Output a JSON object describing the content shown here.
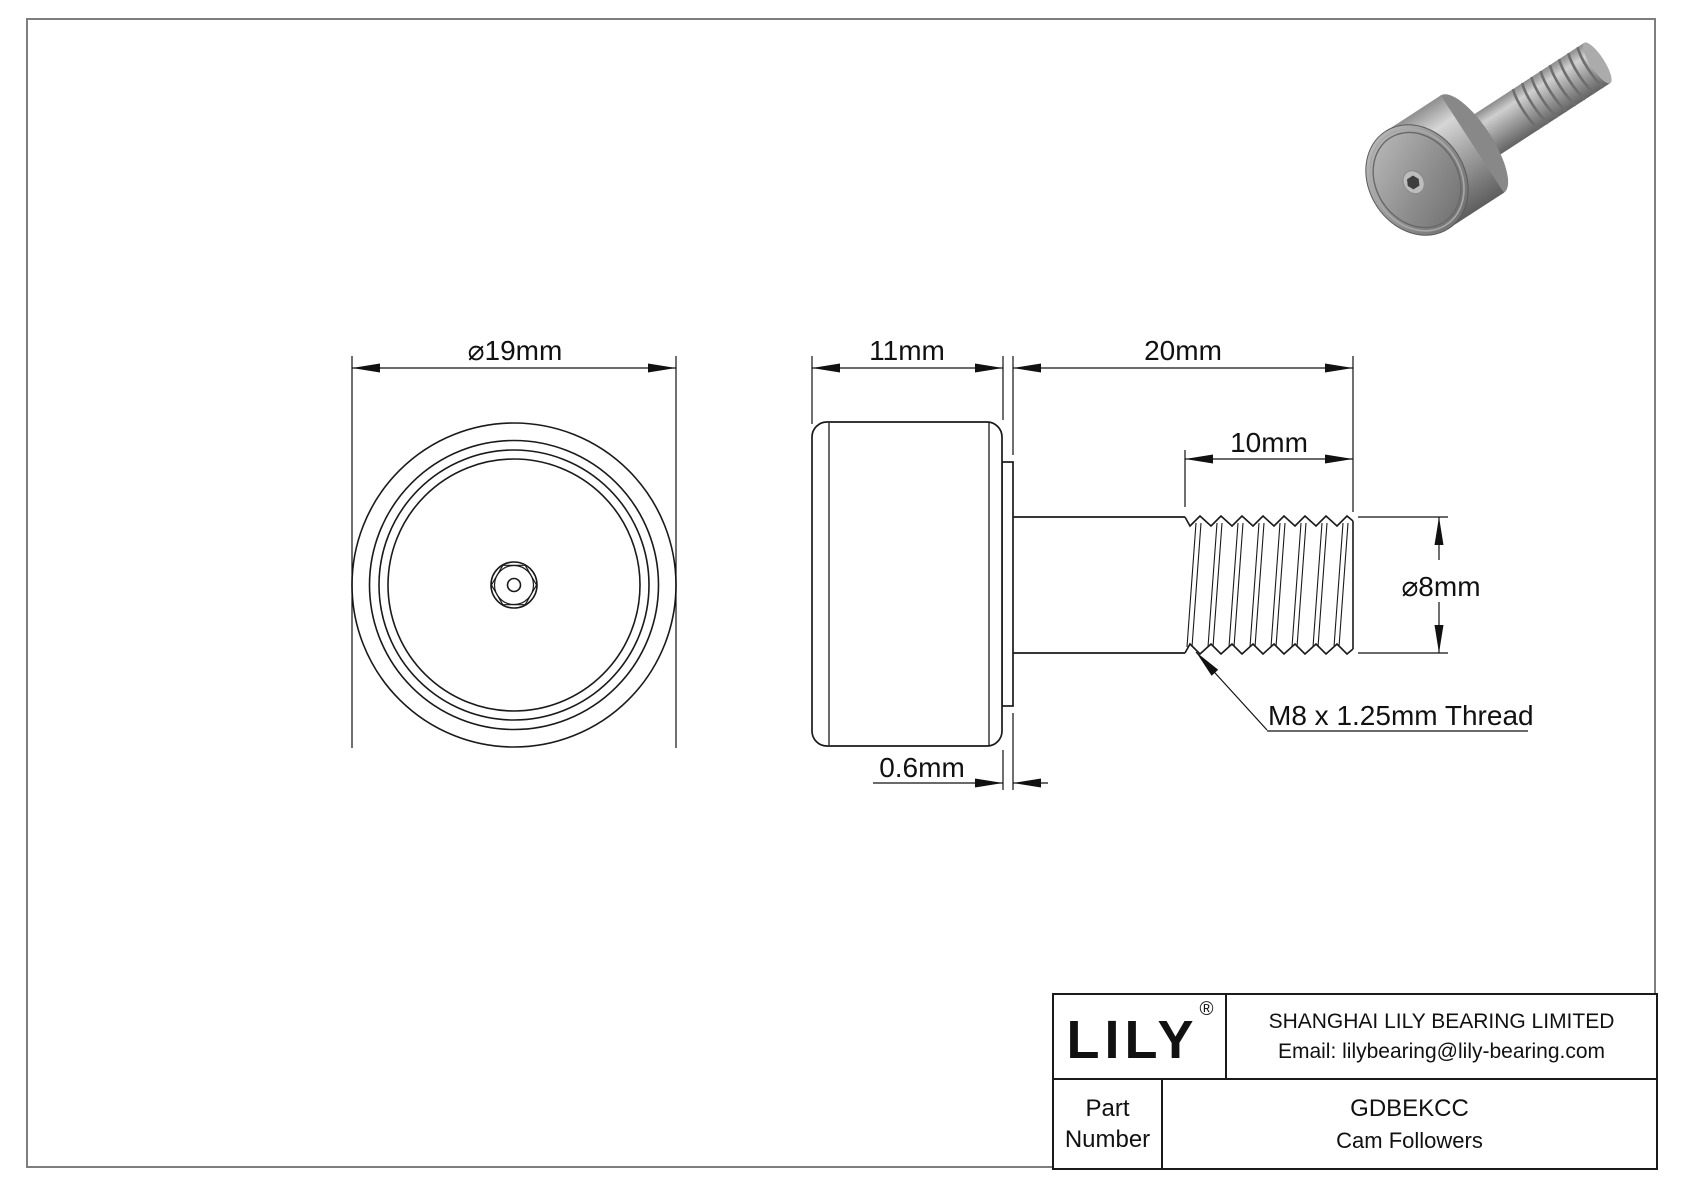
{
  "front_view": {
    "diameter": "⌀19mm"
  },
  "side_view": {
    "roller_width": "11mm",
    "stud_length": "20mm",
    "thread_length": "10mm",
    "stud_diameter": "⌀8mm",
    "flange_offset": "0.6mm",
    "thread_note": "M8 x 1.25mm Thread"
  },
  "title_block": {
    "logo": "LILY",
    "registered": "®",
    "company": "SHANGHAI LILY BEARING LIMITED",
    "email": "Email: lilybearing@lily-bearing.com",
    "part_label_1": "Part",
    "part_label_2": "Number",
    "part_number": "GDBEKCC",
    "category": "Cam Followers"
  },
  "colors": {
    "line": "#1a1a1a",
    "page_border": "#7e7e7e",
    "metal_light": "#d9d9d9",
    "metal_mid": "#9b9b9b",
    "metal_dark": "#5e5e5e"
  }
}
